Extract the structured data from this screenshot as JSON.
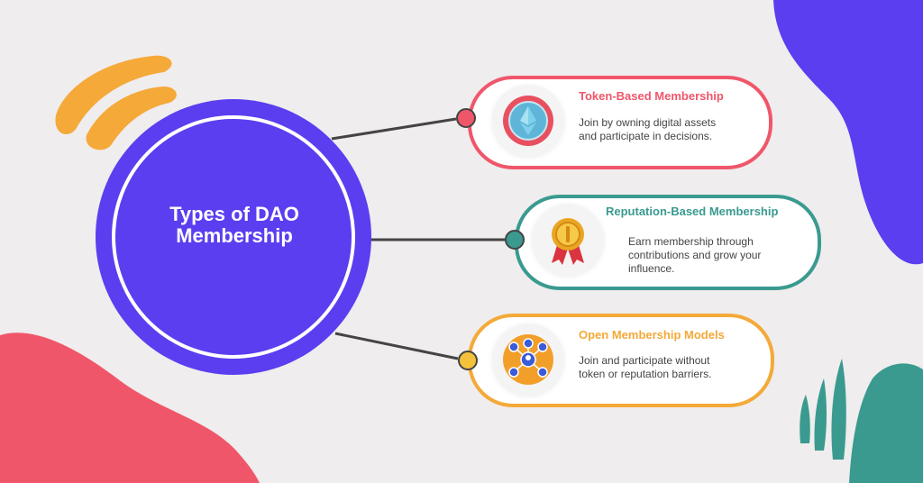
{
  "center": {
    "title_line1": "Types of DAO",
    "title_line2": "Membership"
  },
  "cards": [
    {
      "title": "Token-Based Membership",
      "desc_line1": "Join by owning digital assets",
      "desc_line2": "and participate in decisions.",
      "color": "#f0566a",
      "icon": "ethereum-token-icon"
    },
    {
      "title": "Reputation-Based Membership",
      "desc_line1": "Earn membership through",
      "desc_line2": "contributions and grow your",
      "desc_line3": "influence.",
      "color": "#3a9a90",
      "icon": "medal-icon"
    },
    {
      "title": "Open Membership Models",
      "desc_line1": "Join and participate without",
      "desc_line2": "token or reputation barriers.",
      "color": "#f4a939",
      "icon": "network-people-icon"
    }
  ],
  "colors": {
    "background": "#efeded",
    "center_purple": "#5b3ef0",
    "connector": "#444444",
    "blob_purple": "#5b3ef0",
    "blob_red": "#f0566a",
    "blob_teal": "#3a9a90",
    "blob_orange": "#f4a939"
  }
}
